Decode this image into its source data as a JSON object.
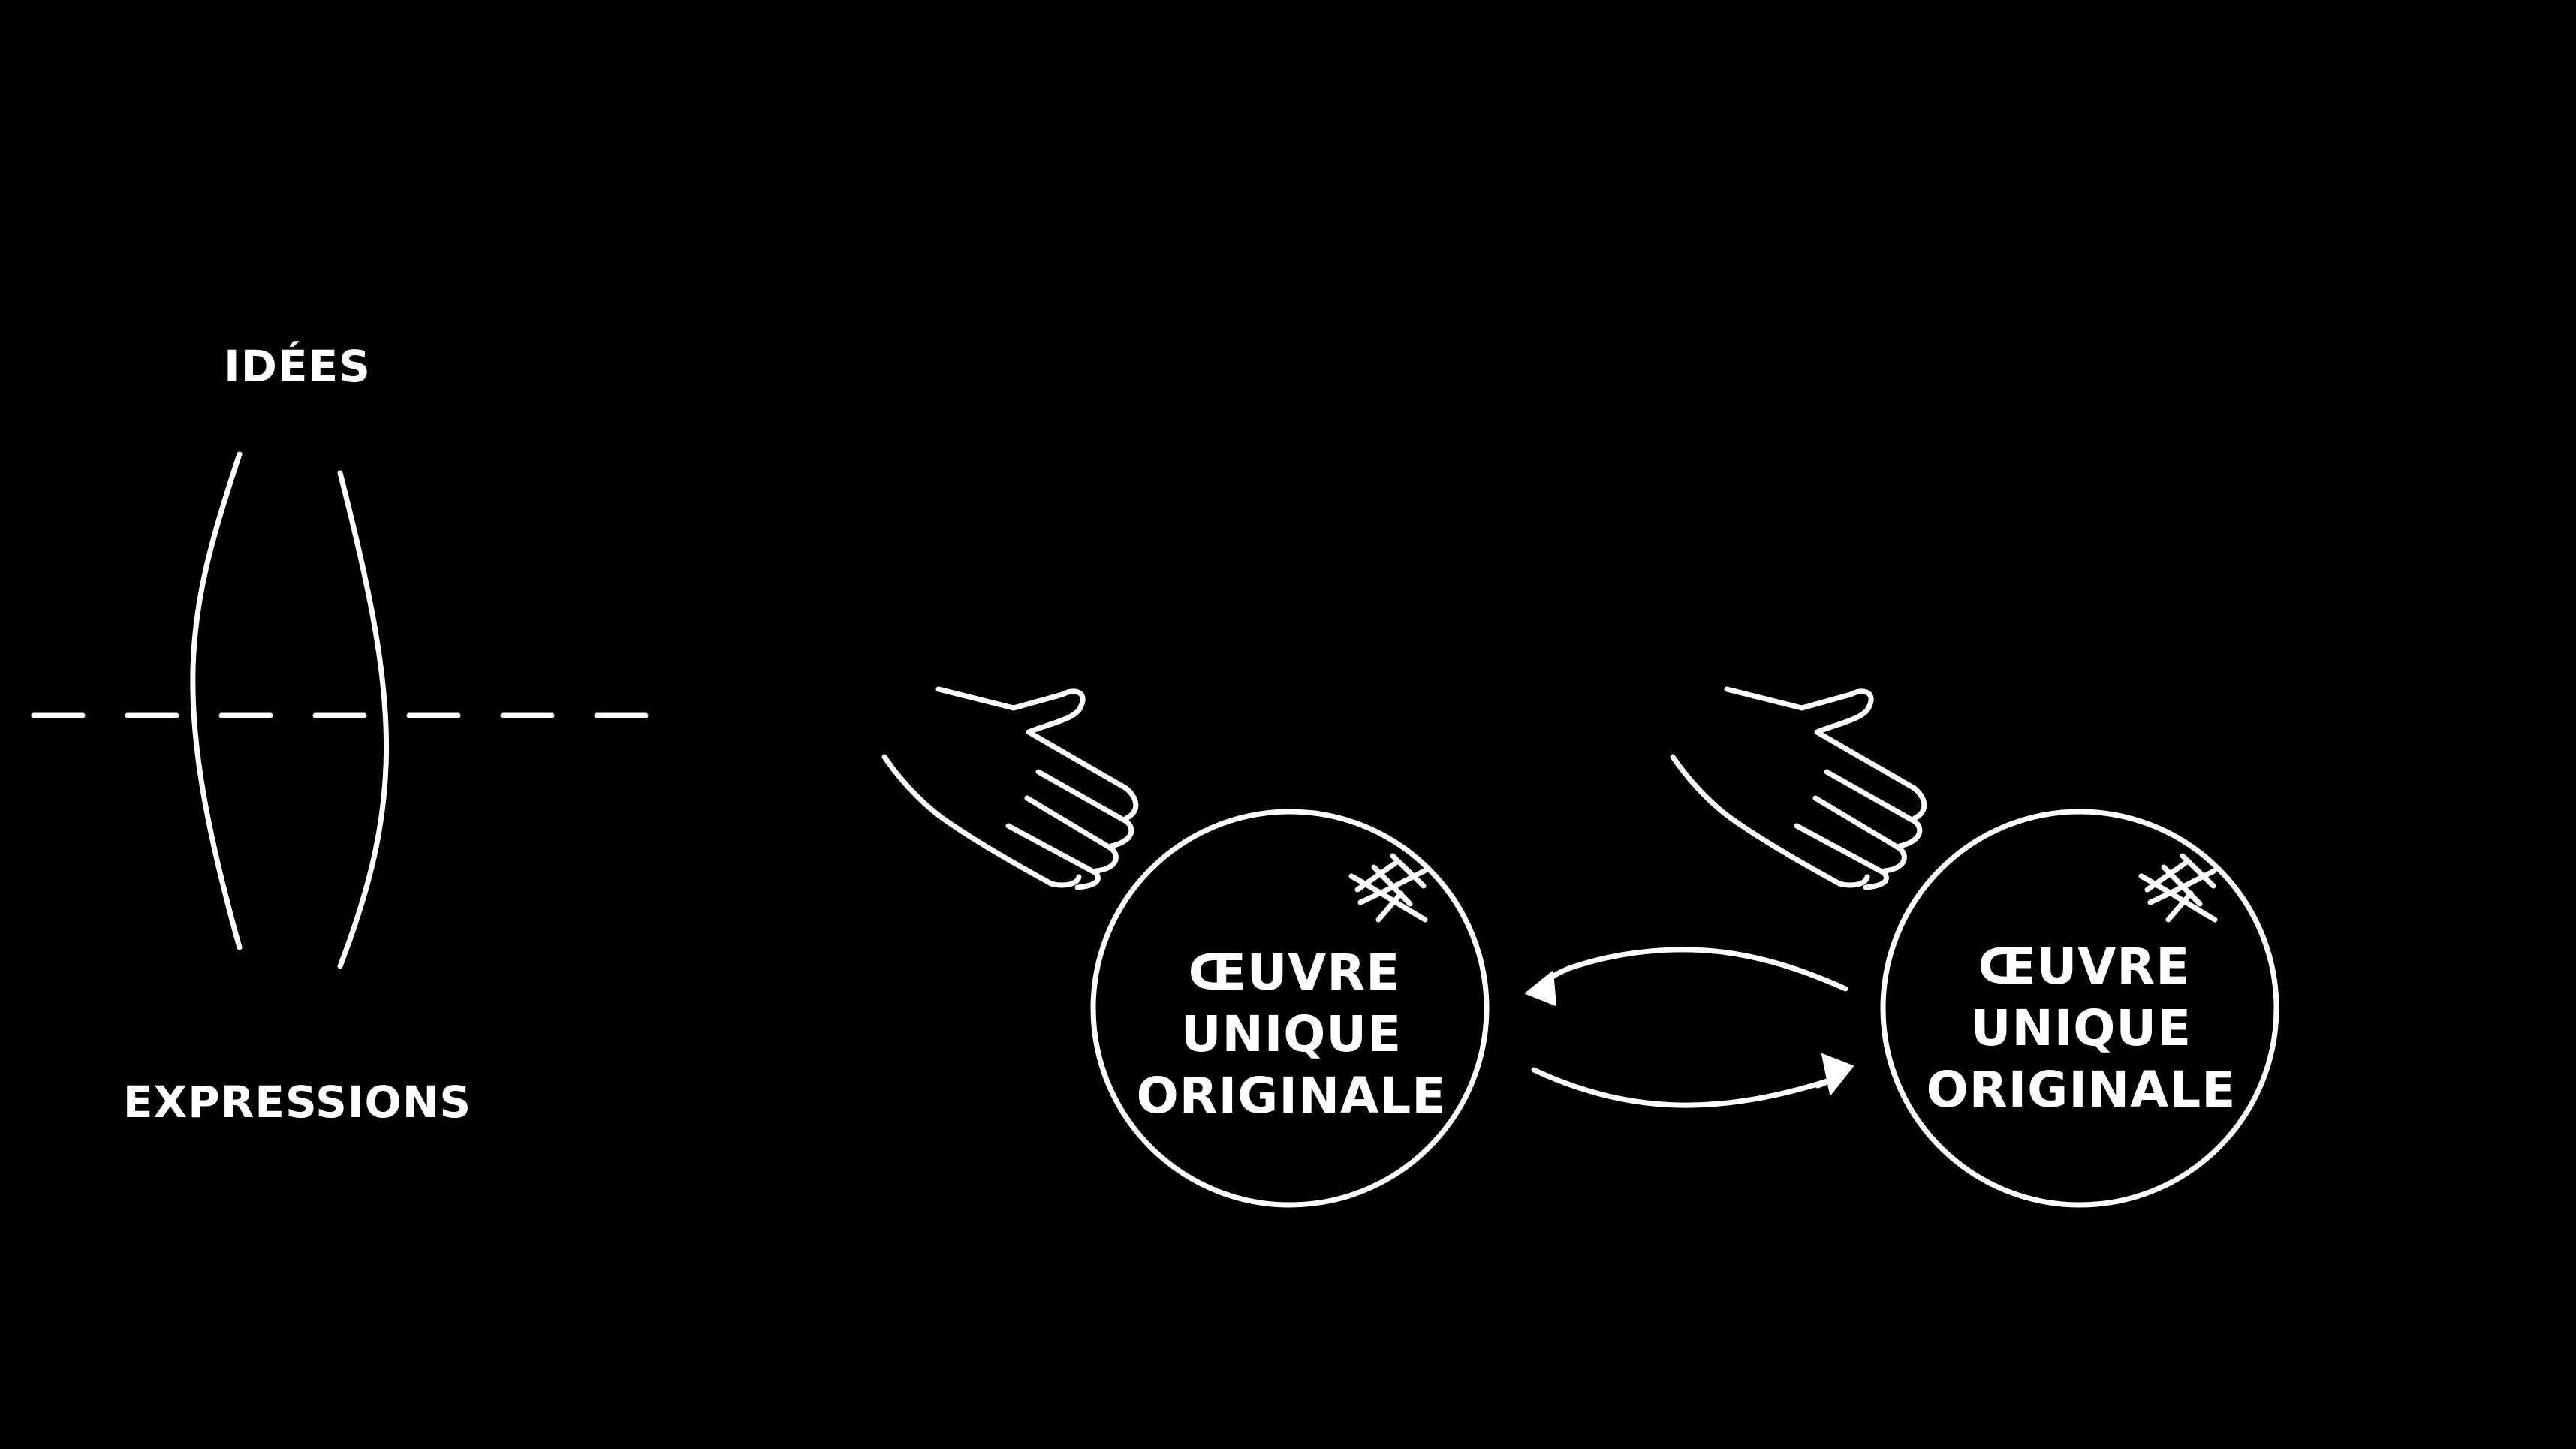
{
  "diagram": {
    "ideas_label": "IDÉES",
    "expressions_label": "EXPRESSIONS",
    "works": [
      {
        "line1": "ŒUVRE",
        "line2": "UNIQUE",
        "line3": "ORIGINALE"
      },
      {
        "line1": "ŒUVRE",
        "line2": "UNIQUE",
        "line3": "ORIGINALE"
      }
    ]
  },
  "colors": {
    "background": "#000000",
    "foreground": "#ffffff"
  }
}
